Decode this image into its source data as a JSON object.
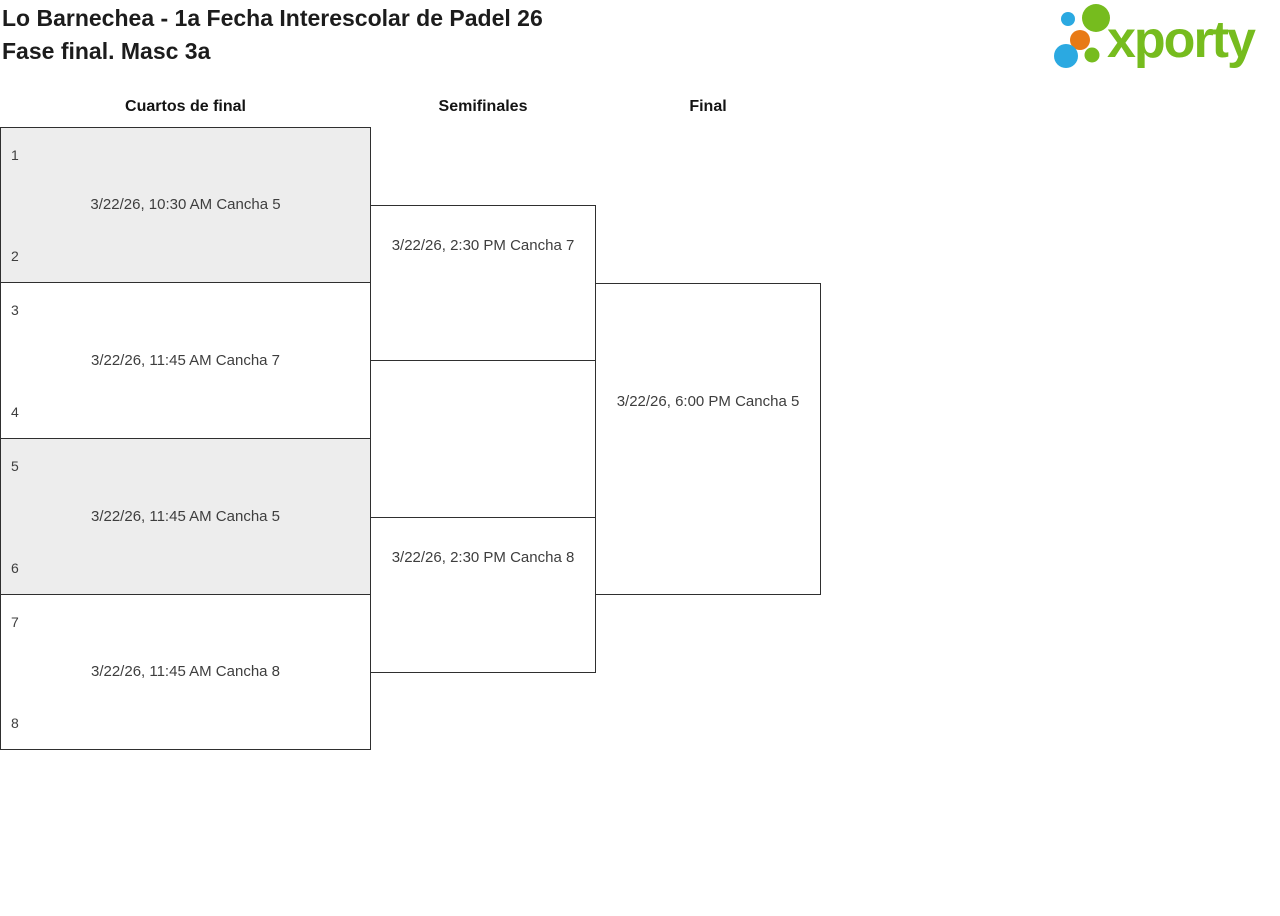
{
  "header": {
    "title_line1": "Lo Barnechea - 1a Fecha Interescolar de Padel 26",
    "title_line2": "Fase final. Masc 3a"
  },
  "logo": {
    "wordmark": "xporty",
    "colors": {
      "green": "#76bc1e",
      "blue": "#2ba9e1",
      "orange": "#e87a15"
    }
  },
  "bracket": {
    "rounds": [
      {
        "label": "Cuartos de final",
        "matches": [
          {
            "seed_top": "1",
            "seed_bottom": "2",
            "schedule": "3/22/26, 10:30 AM Cancha 5"
          },
          {
            "seed_top": "3",
            "seed_bottom": "4",
            "schedule": "3/22/26, 11:45 AM Cancha 7"
          },
          {
            "seed_top": "5",
            "seed_bottom": "6",
            "schedule": "3/22/26, 11:45 AM Cancha 5"
          },
          {
            "seed_top": "7",
            "seed_bottom": "8",
            "schedule": "3/22/26, 11:45 AM Cancha 8"
          }
        ]
      },
      {
        "label": "Semifinales",
        "matches": [
          {
            "schedule": "3/22/26, 2:30 PM Cancha 7"
          },
          {
            "schedule": "3/22/26, 2:30 PM Cancha 8"
          }
        ]
      },
      {
        "label": "Final",
        "matches": [
          {
            "schedule": "3/22/26, 6:00 PM Cancha 5"
          }
        ]
      }
    ]
  }
}
